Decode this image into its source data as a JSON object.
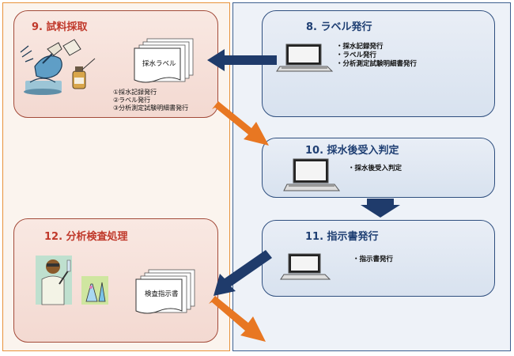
{
  "boxes": {
    "b9": {
      "title": "9. 試料採取",
      "doc_label": "採水ラベル",
      "steps": [
        "①採水記録発行",
        "②ラベル発行",
        "③分析測定試験明細書発行"
      ]
    },
    "b8": {
      "title": "8. ラベル発行",
      "bullets": [
        "・採水記録発行",
        "・ラベル発行",
        "・分析測定試験明細書発行"
      ]
    },
    "b10": {
      "title": "10. 採水後受入判定",
      "bullets": [
        "・採水後受入判定"
      ]
    },
    "b11": {
      "title": "11. 指示書発行",
      "bullets": [
        "・指示書発行"
      ]
    },
    "b12": {
      "title": "12. 分析検査処理",
      "doc_label": "検査指示書"
    }
  },
  "colors": {
    "left_border": "#e8923a",
    "right_border": "#3d5f8f",
    "red_box_border": "#a34b3a",
    "blue_box_border": "#2f4f7f",
    "orange_arrow": "#e87722",
    "navy_arrow": "#1f3b6b"
  },
  "icons": [
    "laptop-icon",
    "document-stack-icon",
    "sampling-illustration-icon",
    "scientist-illustration-icon"
  ]
}
